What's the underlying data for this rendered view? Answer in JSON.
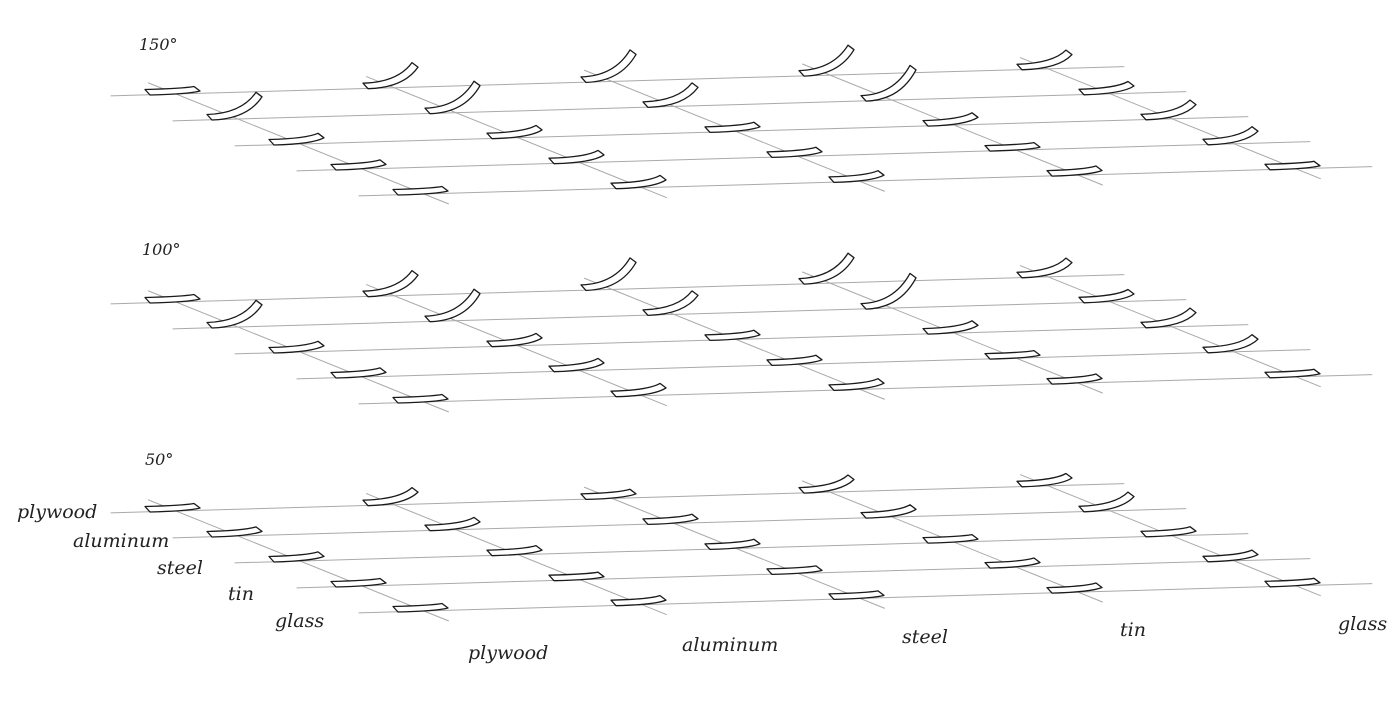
{
  "materials": [
    "plywood",
    "aluminum",
    "steel",
    "tin",
    "glass"
  ],
  "row_labels": [
    "plywood",
    "aluminum",
    "steel",
    "tin",
    "glass"
  ],
  "column_labels": [
    "plywood",
    "aluminum",
    "steel",
    "tin",
    "glass"
  ],
  "panels": [
    {
      "angle_label": "150°",
      "bends": [
        [
          0,
          0.55,
          0.75,
          0.7,
          0.35
        ],
        [
          0.6,
          0.75,
          0.5,
          0.85,
          0.15
        ],
        [
          0.1,
          0.15,
          0.05,
          0.15,
          0.35
        ],
        [
          0.05,
          0.15,
          0.05,
          0,
          0.3
        ],
        [
          0,
          0.15,
          0.1,
          0.05,
          0
        ]
      ]
    },
    {
      "angle_label": "100°",
      "bends": [
        [
          0,
          0.55,
          0.75,
          0.7,
          0.35
        ],
        [
          0.6,
          0.75,
          0.5,
          0.85,
          0.15
        ],
        [
          0.1,
          0.15,
          0.05,
          0.15,
          0.35
        ],
        [
          0.05,
          0.15,
          0.05,
          0,
          0.3
        ],
        [
          0,
          0.15,
          0.1,
          0.05,
          0
        ]
      ]
    },
    {
      "angle_label": "50°",
      "bends": [
        [
          0,
          0.3,
          0.05,
          0.3,
          0.15
        ],
        [
          0.05,
          0.15,
          0.05,
          0.15,
          0.35
        ],
        [
          0.05,
          0.05,
          0.05,
          0,
          0.05
        ],
        [
          0,
          0,
          0,
          0.05,
          0.1
        ],
        [
          0,
          0.05,
          0,
          0.05,
          0
        ]
      ]
    }
  ]
}
